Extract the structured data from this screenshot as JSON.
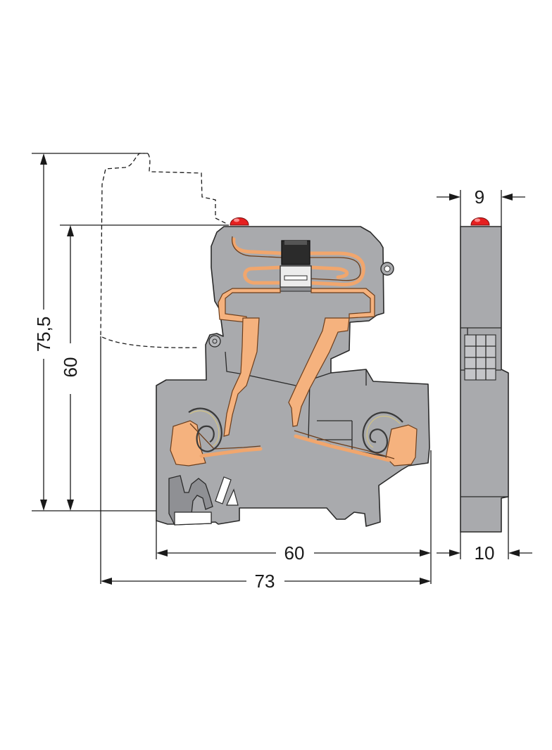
{
  "dimensions": {
    "total_height": "75,5",
    "body_height": "60",
    "body_width": "60",
    "total_width": "73",
    "side_top_width": "9",
    "side_bottom_width": "10"
  },
  "colors": {
    "housing": "#a9aaad",
    "copper": "#f5b27e",
    "indicator_led": "#e62020"
  }
}
